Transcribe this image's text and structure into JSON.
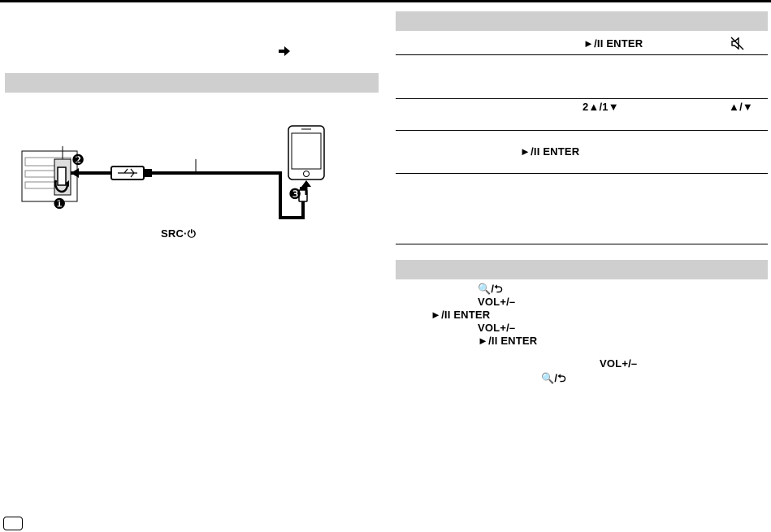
{
  "buttons": {
    "play_pause_enter": "►/II ENTER",
    "src_power": "SRC·⏻",
    "preset_up_down": "2▲/1▼",
    "up_down": "▲/▼",
    "volume": "VOL+/–",
    "search_back": "🔍/⮌"
  },
  "callouts": {
    "step1": "❶",
    "step2": "❷",
    "step3": "❸"
  },
  "icons": {
    "arrow": "right-arrow-icon",
    "mute": "speaker-mute-icon",
    "usb": "usb-icon"
  }
}
